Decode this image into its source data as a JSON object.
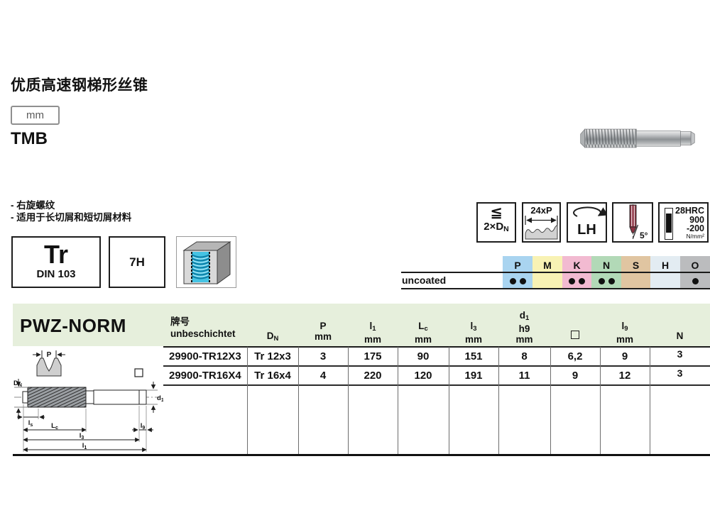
{
  "header": {
    "title": "优质高速钢梯形丝锥",
    "unit_badge": "mm",
    "model": "TMB"
  },
  "features": {
    "bullet": "-",
    "items": [
      "右旋螺纹",
      "适用于长切屑和短切屑材料"
    ]
  },
  "symbols": {
    "thread_form": "Tr",
    "standard": "DIN 103",
    "tolerance": "7H"
  },
  "pictograms": {
    "chamfer": {
      "lte": "≦",
      "prefix": "2×",
      "base": "D",
      "sub": "N"
    },
    "thread_len": {
      "label": "24xP"
    },
    "hand": {
      "label": "LH"
    },
    "spiral_point": {
      "angle": "5°"
    },
    "hardness": {
      "hrc": "28HRC",
      "v1": "900",
      "v2": "-200",
      "unit": "N/mm²"
    }
  },
  "materials": {
    "row_label": "uncoated",
    "groups": [
      {
        "letter": "P",
        "color": "#a9d4f0",
        "dots": 2
      },
      {
        "letter": "M",
        "color": "#f8f2b4",
        "dots": 0
      },
      {
        "letter": "K",
        "color": "#f2bad1",
        "dots": 2
      },
      {
        "letter": "N",
        "color": "#b2d9b7",
        "dots": 2
      },
      {
        "letter": "S",
        "color": "#e0c5a1",
        "dots": 0
      },
      {
        "letter": "H",
        "color": "#e3ecf2",
        "dots": 0
      },
      {
        "letter": "O",
        "color": "#bbbcbe",
        "dots": 1
      }
    ]
  },
  "table": {
    "series": "PWZ-NORM",
    "col0": {
      "l1": "牌号",
      "l2": "unbeschichtet"
    },
    "col1": {
      "base": "D",
      "sub": "N"
    },
    "col2": {
      "l1": "P",
      "l2": "mm"
    },
    "col3": {
      "base": "l",
      "sub": "1",
      "unit": "mm"
    },
    "col4": {
      "base": "L",
      "sub": "c",
      "unit": "mm"
    },
    "col5": {
      "base": "l",
      "sub": "3",
      "unit": "mm"
    },
    "col6": {
      "base": "d",
      "sub": "1",
      "mid": "h9",
      "unit": "mm"
    },
    "col8": {
      "base": "l",
      "sub": "9",
      "unit": "mm"
    },
    "col9": {
      "label": "N"
    },
    "rows": [
      {
        "code": "29900-TR12X3",
        "dn": "Tr 12x3",
        "p": "3",
        "l1": "175",
        "lc": "90",
        "l3": "151",
        "d1": "8",
        "sq": "6,2",
        "l9": "9",
        "n": "3"
      },
      {
        "code": "29900-TR16X4",
        "dn": "Tr 16x4",
        "p": "4",
        "l1": "220",
        "lc": "120",
        "l3": "191",
        "d1": "11",
        "sq": "9",
        "l9": "12",
        "n": "3"
      }
    ]
  },
  "drawing": {
    "p": "P",
    "dn": {
      "base": "D",
      "sub": "N"
    },
    "d1": {
      "base": "d",
      "sub": "1"
    },
    "ls": {
      "base": "l",
      "sub": "s"
    },
    "lc": {
      "base": "L",
      "sub": "c"
    },
    "l3": {
      "base": "l",
      "sub": "3"
    },
    "l1": {
      "base": "l",
      "sub": "1"
    },
    "l9": {
      "base": "l",
      "sub": "9"
    }
  }
}
